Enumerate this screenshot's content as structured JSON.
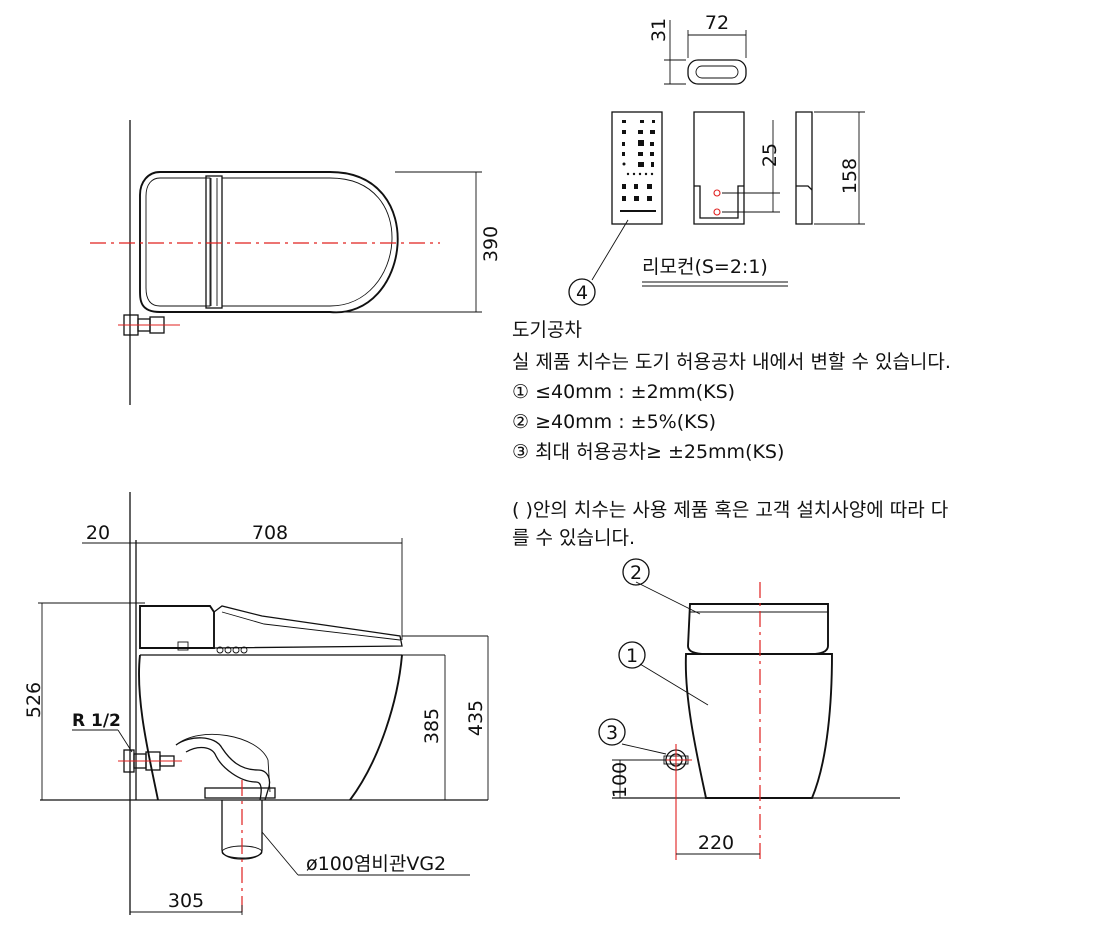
{
  "top_view": {
    "width_dim": "390"
  },
  "remote": {
    "dim_top_width": "72",
    "dim_top_height": "31",
    "dim_hole_spacing": "25",
    "dim_height": "158",
    "caption": "리모컨(S=2:1)",
    "callout": "4"
  },
  "tolerance": {
    "title": "도기공차",
    "line1": "실 제품 치수는 도기 허용공차 내에서 변할 수 있습니다.",
    "item1": "① ≤40mm : ±2mm(KS)",
    "item2": "② ≥40mm : ±5%(KS)",
    "item3": "③ 최대 허용공차≥ ±25mm(KS)",
    "paren_line1": "( )안의 치수는 사용 제품 혹은 고객 설치사양에 따라 다",
    "paren_line2": "를 수 있습니다."
  },
  "side_view": {
    "dim_wall_gap": "20",
    "dim_length": "708",
    "dim_total_height": "526",
    "dim_seat_height": "385",
    "dim_lid_height": "435",
    "pipe_label": "R 1/2",
    "drain_label": "ø100염비관VG2",
    "dim_drain_offset": "305"
  },
  "front_view": {
    "callout1": "1",
    "callout2": "2",
    "callout3": "3",
    "dim_pipe_height": "100",
    "dim_pipe_offset": "220"
  }
}
